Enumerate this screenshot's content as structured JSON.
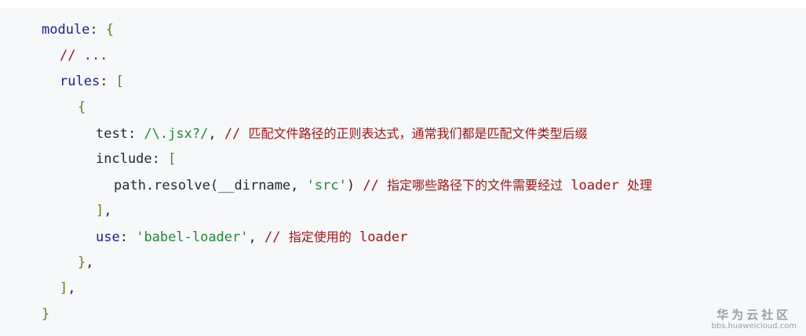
{
  "code": {
    "l1": {
      "a": "module",
      "b": ": ",
      "c": "{"
    },
    "l2": {
      "a": "// ..."
    },
    "l3": {
      "a": "rules",
      "b": ": ",
      "c": "["
    },
    "l4": {
      "a": "{"
    },
    "l5": {
      "a": "test",
      "b": ": ",
      "c": "/\\.jsx?/",
      "d": ", ",
      "e": "// ",
      "f": "匹配文件路径的正则表达式，通常我们都是匹配文件类型后缀"
    },
    "l6": {
      "a": "include",
      "b": ": ",
      "c": "["
    },
    "l7": {
      "a": "path.resolve(__dirname, ",
      "b": "'src'",
      "c": ") ",
      "d": "// ",
      "e": "指定哪些路径下的文件需要经过",
      "f": " loader ",
      "g": "处理"
    },
    "l8": {
      "a": "]",
      "b": ","
    },
    "l9": {
      "a": "use",
      "b": ": ",
      "c": "'babel-loader'",
      "d": ", ",
      "e": "// ",
      "f": "指定使用的",
      "g": " loader"
    },
    "l10": {
      "a": "}",
      "b": ","
    },
    "l11": {
      "a": "]",
      "b": ","
    },
    "l12": {
      "a": "}"
    }
  },
  "watermark": {
    "title": "华为云社区",
    "url": "bbs.huaweicloud.com"
  },
  "colors": {
    "background": "#f6f8fa",
    "keyword": "#1a1aa6",
    "bracket": "#6b7a1a",
    "string": "#22863a",
    "comment": "#a31515"
  }
}
